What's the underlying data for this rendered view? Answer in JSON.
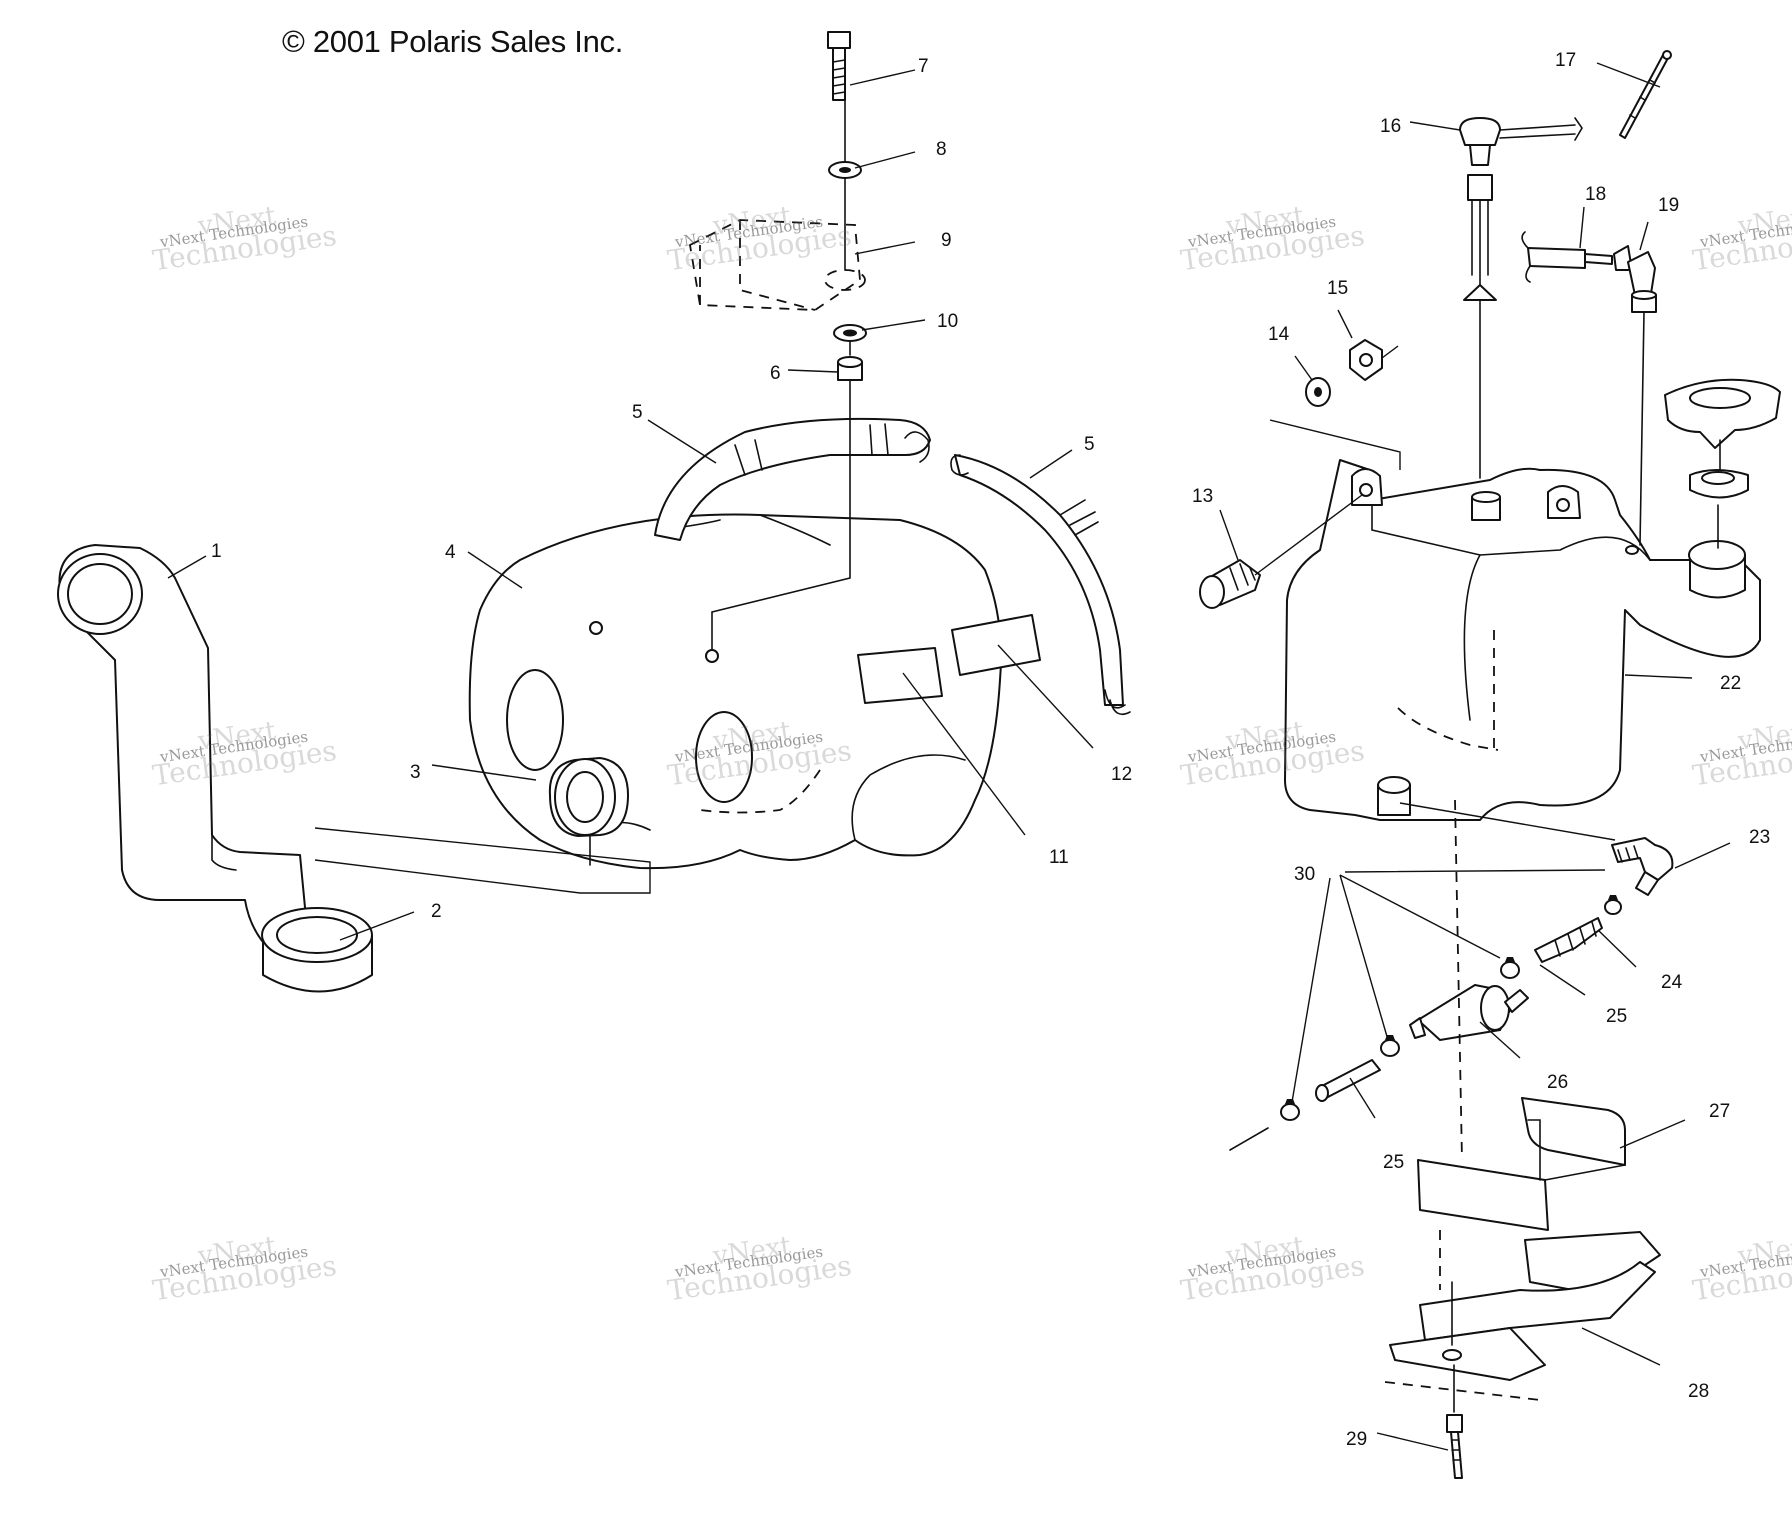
{
  "copyright": "© 2001 Polaris Sales Inc.",
  "watermark": {
    "brand": "vNext",
    "line1": "vNext Technologies",
    "line2": "Technologies"
  },
  "callouts": {
    "c1": "1",
    "c2": "2",
    "c3": "3",
    "c4": "4",
    "c5a": "5",
    "c5b": "5",
    "c6": "6",
    "c7": "7",
    "c8": "8",
    "c9": "9",
    "c10": "10",
    "c11": "11",
    "c12": "12",
    "c13": "13",
    "c14": "14",
    "c15": "15",
    "c16": "16",
    "c17": "17",
    "c18": "18",
    "c19": "19",
    "c22": "22",
    "c23": "23",
    "c24": "24",
    "c25a": "25",
    "c25b": "25",
    "c26": "26",
    "c27": "27",
    "c28": "28",
    "c29": "29",
    "c30": "30"
  }
}
